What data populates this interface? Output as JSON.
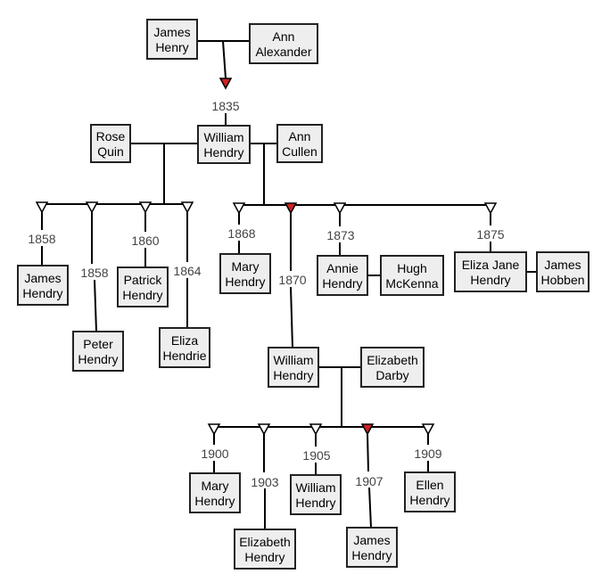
{
  "colors": {
    "highlight": "#cc2222",
    "open": "#ffffff",
    "box_fill": "#eeeeee",
    "line": "#000000"
  },
  "people": {
    "james_henry_sr": [
      "James",
      "Henry"
    ],
    "ann_alexander": [
      "Ann",
      "Alexander"
    ],
    "rose_quin": [
      "Rose",
      "Quin"
    ],
    "william_hendry_sr": [
      "William",
      "Hendry"
    ],
    "ann_cullen": [
      "Ann",
      "Cullen"
    ],
    "james_hendry_1858": [
      "James",
      "Hendry"
    ],
    "peter_hendry": [
      "Peter",
      "Hendry"
    ],
    "patrick_hendry": [
      "Patrick",
      "Hendry"
    ],
    "eliza_hendrie": [
      "Eliza",
      "Hendrie"
    ],
    "mary_hendry_1868": [
      "Mary",
      "Hendry"
    ],
    "annie_hendry": [
      "Annie",
      "Hendry"
    ],
    "hugh_mckenna": [
      "Hugh",
      "McKenna"
    ],
    "eliza_jane_hendry": [
      "Eliza Jane",
      "Hendry"
    ],
    "james_hobben": [
      "James",
      "Hobben"
    ],
    "william_hendry_jr": [
      "William",
      "Hendry"
    ],
    "elizabeth_darby": [
      "Elizabeth",
      "Darby"
    ],
    "mary_hendry_1900": [
      "Mary",
      "Hendry"
    ],
    "elizabeth_hendry": [
      "Elizabeth",
      "Hendry"
    ],
    "william_hendry_1905": [
      "William",
      "Hendry"
    ],
    "james_hendry_1907": [
      "James",
      "Hendry"
    ],
    "ellen_hendry": [
      "Ellen",
      "Hendry"
    ]
  },
  "years": {
    "william_hendry_sr": "1835",
    "james_hendry_1858": "1858",
    "peter_hendry": "1858",
    "patrick_hendry": "1860",
    "eliza_hendrie": "1864",
    "mary_hendry_1868": "1868",
    "william_hendry_jr": "1870",
    "annie_hendry": "1873",
    "eliza_jane_hendry": "1875",
    "mary_hendry_1900": "1900",
    "elizabeth_hendry": "1903",
    "william_hendry_1905": "1905",
    "james_hendry_1907": "1907",
    "ellen_hendry": "1909"
  },
  "direct_line": [
    "william_hendry_sr",
    "william_hendry_jr",
    "james_hendry_1907"
  ]
}
